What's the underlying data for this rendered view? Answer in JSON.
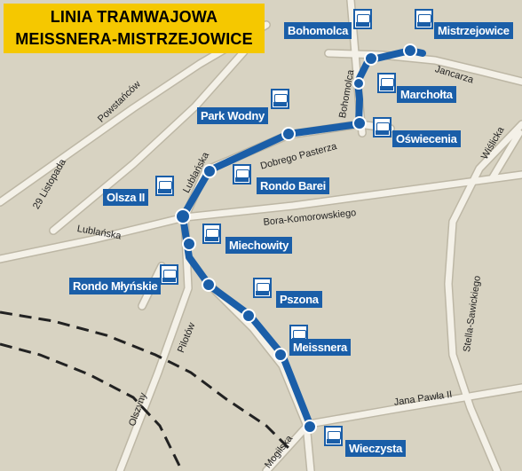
{
  "title": {
    "line1": "LINIA TRAMWAJOWA",
    "line2": "MEISSNERA-MISTRZEJOWICE"
  },
  "colors": {
    "background": "#d8d3c2",
    "road": "#f4f1e8",
    "road_edge": "#bdb7a5",
    "route": "#1a5ea8",
    "title_bg": "#f5c800",
    "railway": "#222222"
  },
  "stops": [
    {
      "id": "bohomolca",
      "label": "Bohomolca"
    },
    {
      "id": "mistrzejowice",
      "label": "Mistrzejowice"
    },
    {
      "id": "marcholta",
      "label": "Marchołta"
    },
    {
      "id": "oswiecenia",
      "label": "Oświecenia"
    },
    {
      "id": "park-wodny",
      "label": "Park Wodny"
    },
    {
      "id": "rondo-barei",
      "label": "Rondo Barei"
    },
    {
      "id": "olsza-ii",
      "label": "Olsza II"
    },
    {
      "id": "miechowity",
      "label": "Miechowity"
    },
    {
      "id": "rondo-mlynskie",
      "label": "Rondo Młyńskie"
    },
    {
      "id": "pszona",
      "label": "Pszona"
    },
    {
      "id": "meissnera",
      "label": "Meissnera"
    },
    {
      "id": "wieczysta",
      "label": "Wieczysta"
    }
  ],
  "streets": [
    {
      "id": "jancarza",
      "label": "Jancarza"
    },
    {
      "id": "bohomolca",
      "label": "Bohomolca"
    },
    {
      "id": "powstancow",
      "label": "Powstańców"
    },
    {
      "id": "wislicka",
      "label": "Wiślicka"
    },
    {
      "id": "dobrego-pasterza",
      "label": "Dobrego Pasterza"
    },
    {
      "id": "lublanska-diag",
      "label": "Lublańska"
    },
    {
      "id": "29-listopada",
      "label": "29 Listopada"
    },
    {
      "id": "bora-komorowskiego",
      "label": "Bora-Komorowskiego"
    },
    {
      "id": "lublanska",
      "label": "Lublańska"
    },
    {
      "id": "stella-sawickiego",
      "label": "Stella-Sawickiego"
    },
    {
      "id": "pilotow",
      "label": "Pilotów"
    },
    {
      "id": "jana-pawla-ii",
      "label": "Jana Pawła II"
    },
    {
      "id": "olszyny",
      "label": "Olszyny"
    },
    {
      "id": "mogilska",
      "label": "Mogilska"
    }
  ]
}
